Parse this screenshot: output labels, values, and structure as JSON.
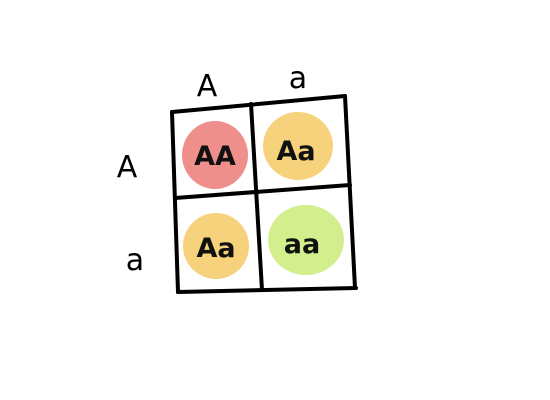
{
  "punnett": {
    "column_headers": [
      "A",
      "a"
    ],
    "row_headers": [
      "A",
      "a"
    ],
    "cells": [
      {
        "genotype": "AA",
        "color": "#ef8f8c"
      },
      {
        "genotype": "Aa",
        "color": "#f7d27c"
      },
      {
        "genotype": "Aa",
        "color": "#f7d27c"
      },
      {
        "genotype": "aa",
        "color": "#d3ee8d"
      }
    ],
    "line_color": "#000000"
  }
}
